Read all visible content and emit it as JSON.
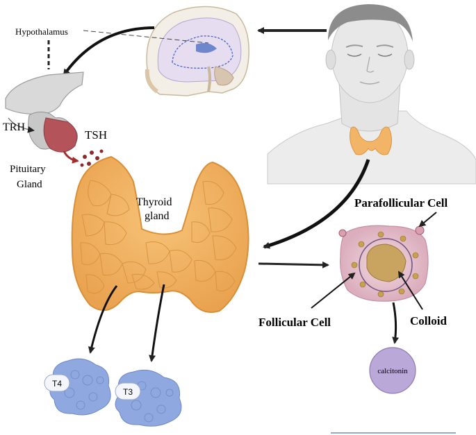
{
  "labels": {
    "hypothalamus": "Hypothalamus",
    "trh": "TRH",
    "tsh": "TSH",
    "pituitary_line1": "Pituitary",
    "pituitary_line2": "Gland",
    "thyroid_line1": "Thyroid",
    "thyroid_line2": "gland",
    "parafollicular_cell": "Parafollicular Cell",
    "follicular_cell": "Follicular Cell",
    "colloid": "Colloid",
    "calcitonin": "calcitonin",
    "t4": "T4",
    "t3": "T3"
  },
  "icons": {
    "head": "human-head-icon",
    "brain": "brain-sagittal-icon",
    "pituitary": "pituitary-gland-icon",
    "thyroid": "thyroid-gland-icon",
    "follicle": "thyroid-follicle-icon",
    "protein": "protein-molecule-icon"
  },
  "colors": {
    "thyroid": "#f0b262",
    "thyroid_stroke": "#d98f36",
    "pituitary": "#b4545a",
    "tsh_dots": "#8e2a2e",
    "skin": "#e6e6e6",
    "hair": "#8c8c8c",
    "protein": "#8fa8e0",
    "calcitonin": "#b9a8d8",
    "follicle": "#e8c7d1",
    "colloid": "#c9a460",
    "arrow": "#222222"
  }
}
